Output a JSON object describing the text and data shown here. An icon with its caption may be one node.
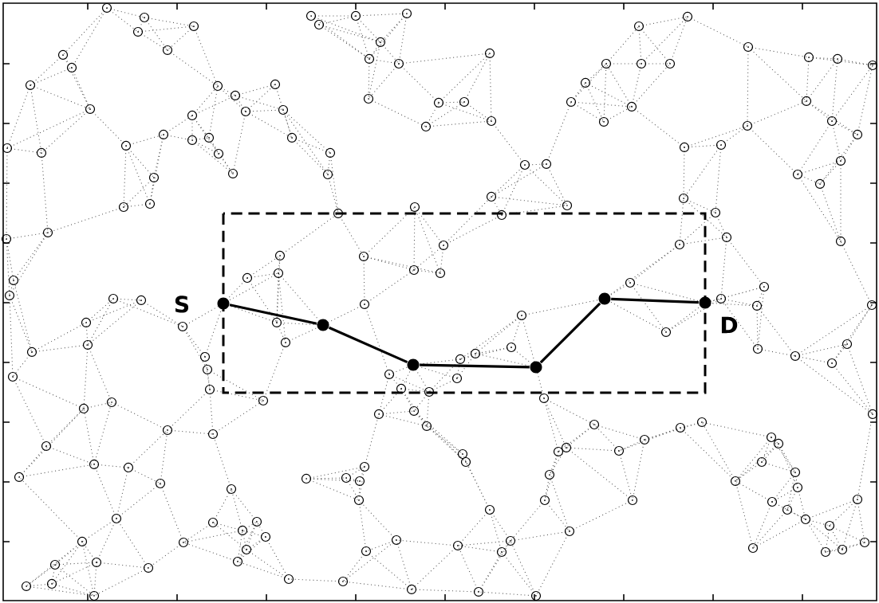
{
  "diagram": {
    "nodes": [
      {
        "text": [],
        "shape": "circle",
        "beside": [
          "S"
        ]
      },
      {
        "text": [],
        "shape": "circle"
      },
      {
        "text": [],
        "shape": "circle"
      },
      {
        "text": [],
        "shape": "circle"
      },
      {
        "text": [],
        "shape": "circle"
      },
      {
        "text": [],
        "shape": "circle",
        "beside": [
          "D"
        ]
      }
    ],
    "edges": [
      {
        "from": 0,
        "to": 1,
        "arrow": "none"
      },
      {
        "from": 1,
        "to": 2,
        "arrow": "none"
      },
      {
        "from": 2,
        "to": 3,
        "arrow": "none"
      },
      {
        "from": 3,
        "to": 4,
        "arrow": "none"
      },
      {
        "from": 4,
        "to": 5,
        "arrow": "none"
      }
    ]
  }
}
